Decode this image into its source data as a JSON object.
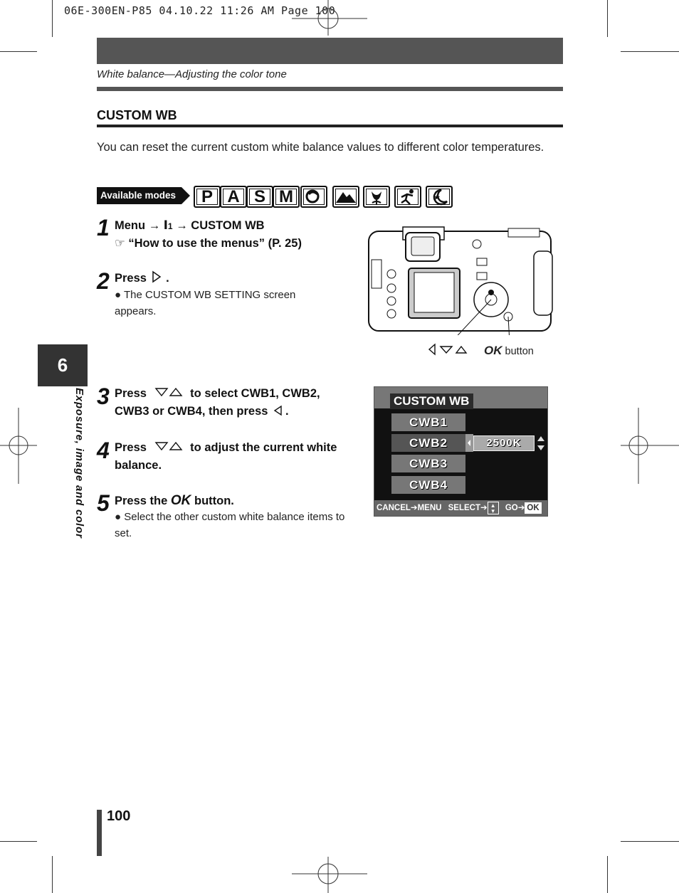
{
  "slug": "06E-300EN-P85  04.10.22 11:26 AM  Page 100",
  "header": {
    "subtitle": "White balance—Adjusting the color tone"
  },
  "section": {
    "title": "CUSTOM WB",
    "intro": "You can reset the current custom white balance values to different color temperatures."
  },
  "modes": {
    "label": "Available modes",
    "items": [
      "P",
      "A",
      "S",
      "M"
    ],
    "icons": [
      "portrait-icon",
      "landscape-icon",
      "macro-icon",
      "sports-icon",
      "night-scene-icon"
    ]
  },
  "steps": [
    {
      "num": "1",
      "menu_word": "Menu",
      "menu_tab": "1",
      "menu_item": "CUSTOM WB",
      "ref": "“How to use the menus” (P. 25)"
    },
    {
      "num": "2",
      "text": "Press",
      "tail": ".",
      "bullet": "The CUSTOM WB SETTING screen appears."
    },
    {
      "num": "3",
      "text_a": "Press",
      "text_b": "to select CWB1, CWB2, CWB3 or CWB4, then press",
      "tail": "."
    },
    {
      "num": "4",
      "text_a": "Press",
      "text_b": "to adjust the current white balance."
    },
    {
      "num": "5",
      "text_a": "Press the",
      "ok": "OK",
      "text_b": "button.",
      "bullet": "Select the other custom white balance items to set."
    }
  ],
  "camera_labels": {
    "ok": "OK",
    "button": "button"
  },
  "lcd": {
    "title": "CUSTOM WB",
    "items": [
      "CWB1",
      "CWB2",
      "CWB3",
      "CWB4"
    ],
    "selected_index": 1,
    "value": "2500K",
    "footer_cancel": "CANCEL",
    "footer_menu": "MENU",
    "footer_select": "SELECT",
    "footer_go": "GO",
    "footer_ok": "OK"
  },
  "sidebar": {
    "chapter": "6",
    "chapter_title": "Exposure, image and color"
  },
  "page_number": "100"
}
